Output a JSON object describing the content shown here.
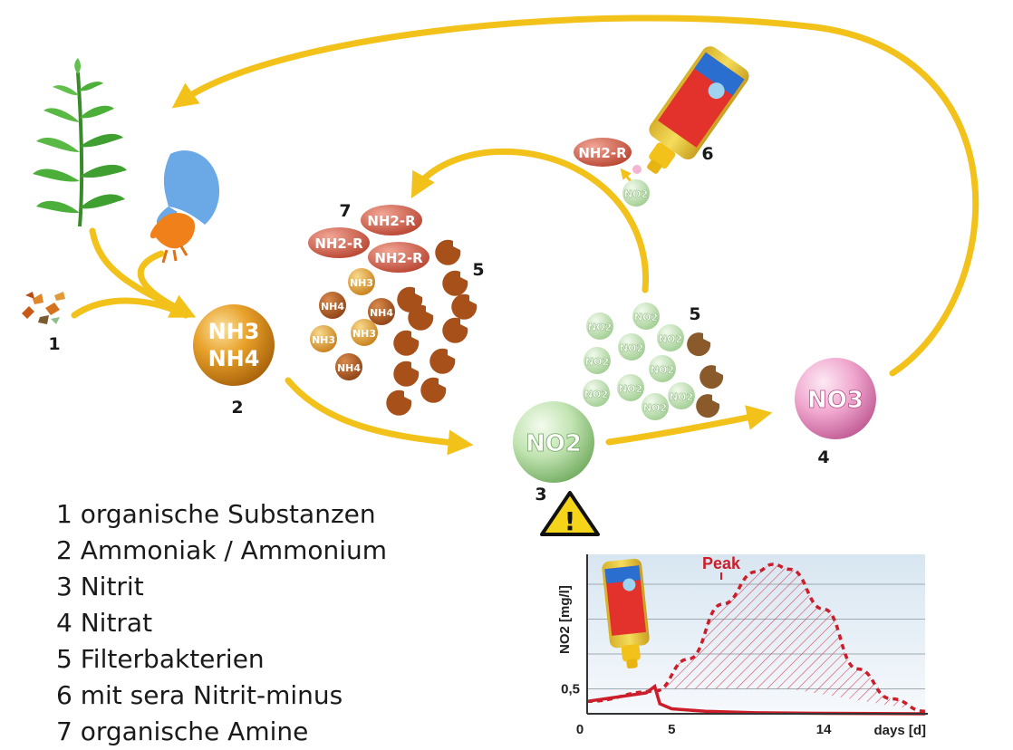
{
  "diagram": {
    "markers": [
      "1",
      "2",
      "3",
      "4",
      "5",
      "5",
      "6",
      "7"
    ],
    "balls": {
      "ammonia_top": "NH3",
      "ammonia_bottom": "NH4",
      "nitrite": "NO2",
      "nitrate": "NO3"
    },
    "small_labels": {
      "amine": "NH2-R",
      "nh3": "NH3",
      "nh4": "NH4",
      "no2": "NO2"
    },
    "warning_symbol": "!"
  },
  "legend": [
    "1 organische Substanzen",
    "2 Ammoniak / Ammonium",
    "3 Nitrit",
    "4 Nitrat",
    "5 Filterbakterien",
    "6 mit sera Nitrit-minus",
    "7 organische Amine"
  ],
  "chart_data": {
    "type": "line",
    "ylabel": "NO2 [mg/l]",
    "xlabel": "days [d]",
    "x_ticks": [
      "0",
      "5",
      "14"
    ],
    "y_ticks": [
      "0,5"
    ],
    "annotation": "Peak",
    "series": [
      {
        "style": "dashed",
        "x": [
          0,
          4,
          6,
          8,
          10,
          11,
          12,
          14,
          16,
          18,
          20
        ],
        "y": [
          0.25,
          0.45,
          1.1,
          2.2,
          2.85,
          3.0,
          2.9,
          2.1,
          0.9,
          0.3,
          0.05
        ]
      },
      {
        "style": "solid",
        "x": [
          0,
          3.5,
          4,
          4.3,
          5,
          7,
          10,
          14,
          20
        ],
        "y": [
          0.25,
          0.42,
          0.55,
          0.2,
          0.1,
          0.05,
          0.02,
          0.01,
          0.0
        ]
      }
    ],
    "colors": {
      "curve": "#cc1e2a",
      "arrow": "#f2c21b"
    }
  }
}
